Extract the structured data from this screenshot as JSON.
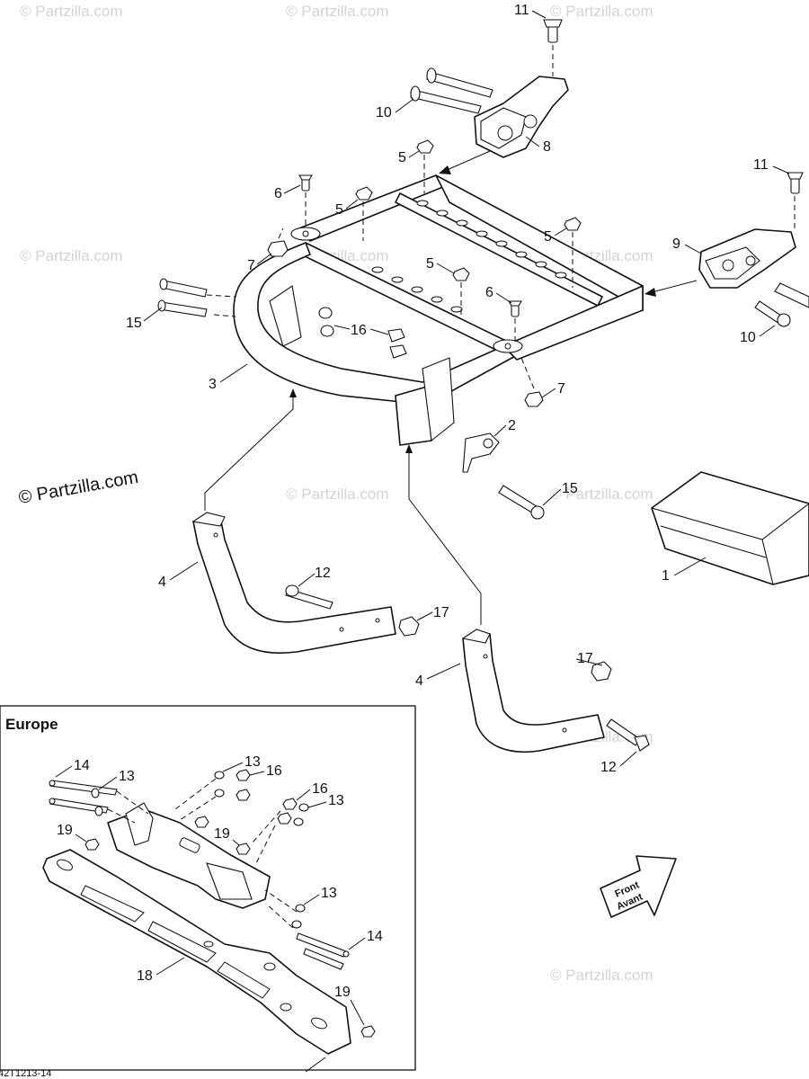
{
  "watermark": "© Partzilla.com",
  "inset_title": "Europe",
  "front_label_1": "Front",
  "front_label_2": "Avant",
  "drawing_code": "42T1213-14",
  "callouts": [
    {
      "id": "c-11a",
      "text": "11"
    },
    {
      "id": "c-10a",
      "text": "10"
    },
    {
      "id": "c-8",
      "text": "8"
    },
    {
      "id": "c-5a",
      "text": "5"
    },
    {
      "id": "c-6a",
      "text": "6"
    },
    {
      "id": "c-5b",
      "text": "5"
    },
    {
      "id": "c-11b",
      "text": "11"
    },
    {
      "id": "c-5c",
      "text": "5"
    },
    {
      "id": "c-9",
      "text": "9"
    },
    {
      "id": "c-7a",
      "text": "7"
    },
    {
      "id": "c-5d",
      "text": "5"
    },
    {
      "id": "c-6b",
      "text": "6"
    },
    {
      "id": "c-15a",
      "text": "15"
    },
    {
      "id": "c-16a",
      "text": "16"
    },
    {
      "id": "c-10b",
      "text": "10"
    },
    {
      "id": "c-3",
      "text": "3"
    },
    {
      "id": "c-7b",
      "text": "7"
    },
    {
      "id": "c-2",
      "text": "2"
    },
    {
      "id": "c-15b",
      "text": "15"
    },
    {
      "id": "c-4a",
      "text": "4"
    },
    {
      "id": "c-12a",
      "text": "12"
    },
    {
      "id": "c-1",
      "text": "1"
    },
    {
      "id": "c-17a",
      "text": "17"
    },
    {
      "id": "c-4b",
      "text": "4"
    },
    {
      "id": "c-17b",
      "text": "17"
    },
    {
      "id": "c-12b",
      "text": "12"
    },
    {
      "id": "c-14a",
      "text": "14"
    },
    {
      "id": "c-13a",
      "text": "13"
    },
    {
      "id": "c-13b",
      "text": "13"
    },
    {
      "id": "c-16b",
      "text": "16"
    },
    {
      "id": "c-16c",
      "text": "16"
    },
    {
      "id": "c-13c",
      "text": "13"
    },
    {
      "id": "c-19a",
      "text": "19"
    },
    {
      "id": "c-19b",
      "text": "19"
    },
    {
      "id": "c-13d",
      "text": "13"
    },
    {
      "id": "c-14b",
      "text": "14"
    },
    {
      "id": "c-18",
      "text": "18"
    },
    {
      "id": "c-19c",
      "text": "19"
    }
  ]
}
